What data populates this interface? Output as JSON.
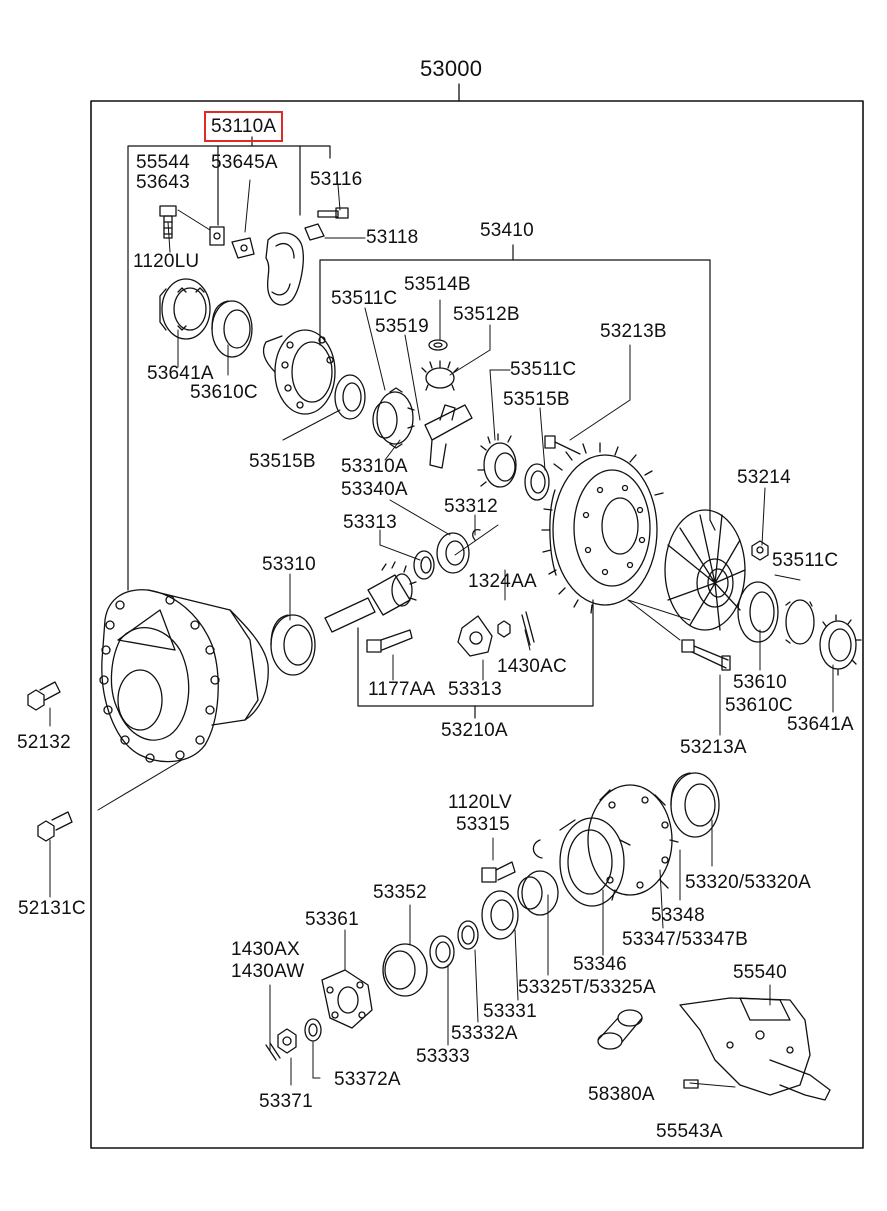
{
  "diagram": {
    "assembly_number": "53000",
    "highlight_color": "#e02a2a",
    "highlighted_part": "53110A",
    "part_labels": {
      "p53110A": "53110A",
      "p55544": "55544",
      "p53643": "53643",
      "p53645A": "53645A",
      "p53116": "53116",
      "p53118": "53118",
      "p1120LU": "1120LU",
      "p53410": "53410",
      "p53514B": "53514B",
      "p53511C_a": "53511C",
      "p53519": "53519",
      "p53512B": "53512B",
      "p53511C_b": "53511C",
      "p53641A_a": "53641A",
      "p53610C_a": "53610C",
      "p53515B_a": "53515B",
      "p53213B": "53213B",
      "p53515B_b": "53515B",
      "p53310A": "53310A",
      "p53340A": "53340A",
      "p53312": "53312",
      "p53214": "53214",
      "p53313_a": "53313",
      "p53310": "53310",
      "p1324AA": "1324AA",
      "p53511C_c": "53511C",
      "p1430AC": "1430AC",
      "p1177AA": "1177AA",
      "p53313_b": "53313",
      "p53610": "53610",
      "p53610C_b": "53610C",
      "p53641A_b": "53641A",
      "p52132": "52132",
      "p53210A": "53210A",
      "p53213A": "53213A",
      "p1120LV": "1120LV",
      "p53315": "53315",
      "p52131C": "52131C",
      "p53320": "53320/53320A",
      "p53352": "53352",
      "p53348": "53348",
      "p53361": "53361",
      "p53347": "53347/53347B",
      "p1430AX": "1430AX",
      "p1430AW": "1430AW",
      "p53346": "53346",
      "p55540": "55540",
      "p53331": "53331",
      "p53325T": "53325T/53325A",
      "p53332A": "53332A",
      "p53333": "53333",
      "p53372A": "53372A",
      "p58380A": "58380A",
      "p53371": "53371",
      "p55543A": "55543A"
    }
  }
}
